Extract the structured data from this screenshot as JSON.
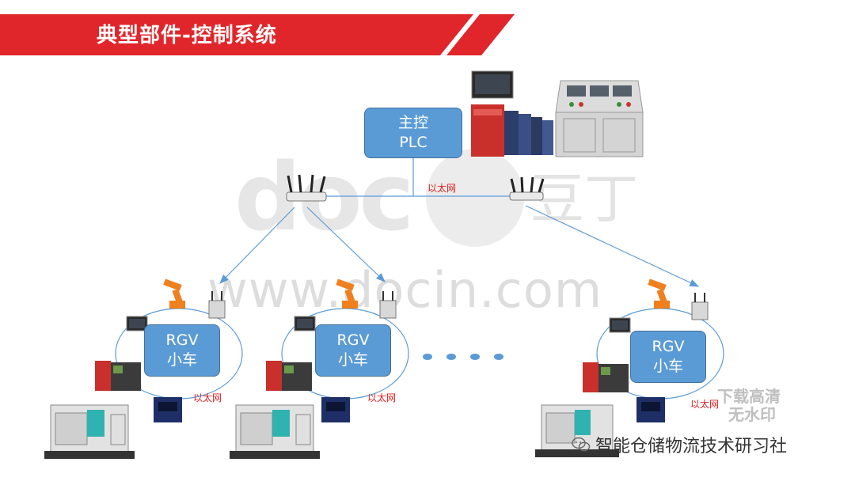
{
  "header": {
    "title": "典型部件-控制系统"
  },
  "main_plc": {
    "line1": "主控",
    "line2": "PLC"
  },
  "network": {
    "top_label": "以太网",
    "cell_label": "以太网"
  },
  "cells": [
    {
      "line1": "RGV",
      "line2": "小车"
    },
    {
      "line1": "RGV",
      "line2": "小车"
    },
    {
      "line1": "RGV",
      "line2": "小车"
    }
  ],
  "ellipsis": "• • • •",
  "watermarks": {
    "docin_large": "doc",
    "docin_url": "www.docin.com",
    "docin_cn": "豆丁"
  },
  "corner_text": {
    "line1": "下载高清",
    "line2": "无水印"
  },
  "footer": {
    "brand": "智能仓储物流技术研习社",
    "wechat_icon": "wechat-icon"
  },
  "colors": {
    "banner_red": "#e0262b",
    "box_blue": "#5b9bd5",
    "connector_blue": "#5b9bd5",
    "label_red": "#e02020"
  }
}
